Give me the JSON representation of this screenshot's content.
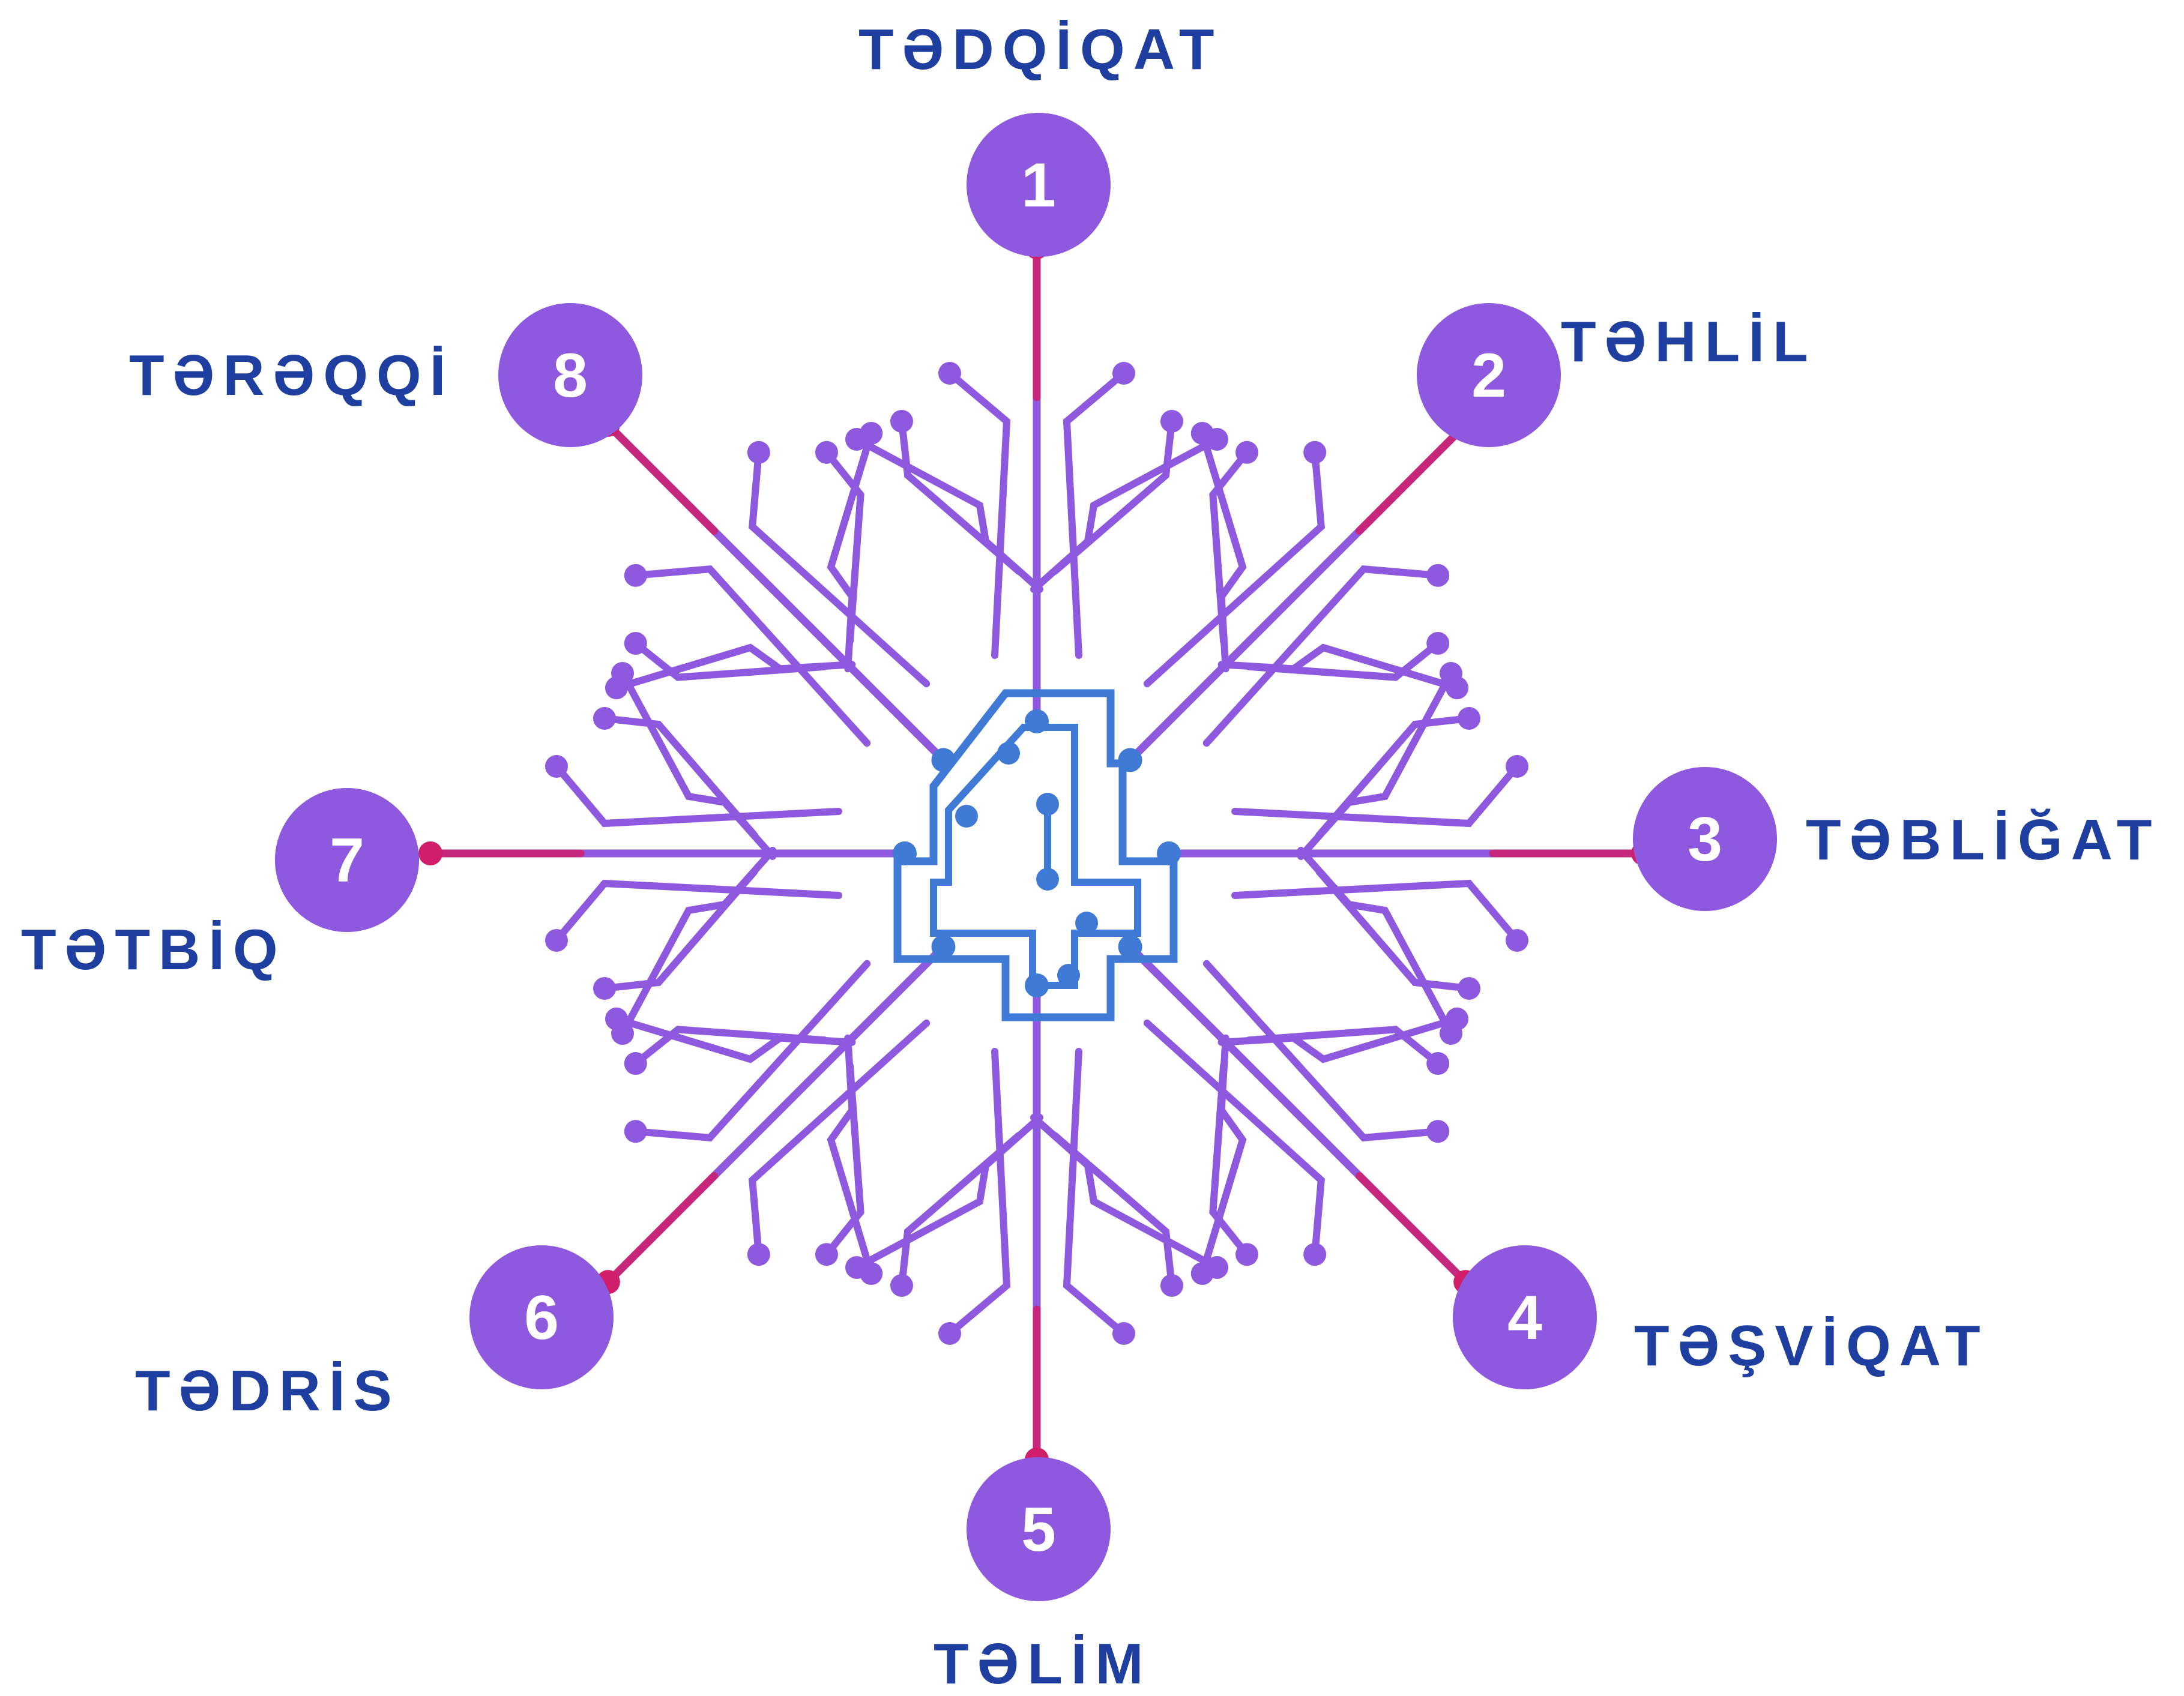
{
  "colors": {
    "label_text": "#1E3FA0",
    "circle_fill": "#8E59DE",
    "circle_number": "#ffffff",
    "trace_blue": "#3F7BD6",
    "trace_violet": "#8E59DE",
    "trace_magenta": "#D01E6A"
  },
  "nodes": [
    {
      "number": "1",
      "label": "TƏDQİQAT"
    },
    {
      "number": "2",
      "label": "TƏHLİL"
    },
    {
      "number": "3",
      "label": "TƏBLİĞAT"
    },
    {
      "number": "4",
      "label": "TƏŞVİQAT"
    },
    {
      "number": "5",
      "label": "TƏLİM"
    },
    {
      "number": "6",
      "label": "TƏDRİS"
    },
    {
      "number": "7",
      "label": "TƏTBİQ"
    },
    {
      "number": "8",
      "label": "TƏRƏQQİ"
    }
  ],
  "center_icon": "digit-four-circuit-icon"
}
